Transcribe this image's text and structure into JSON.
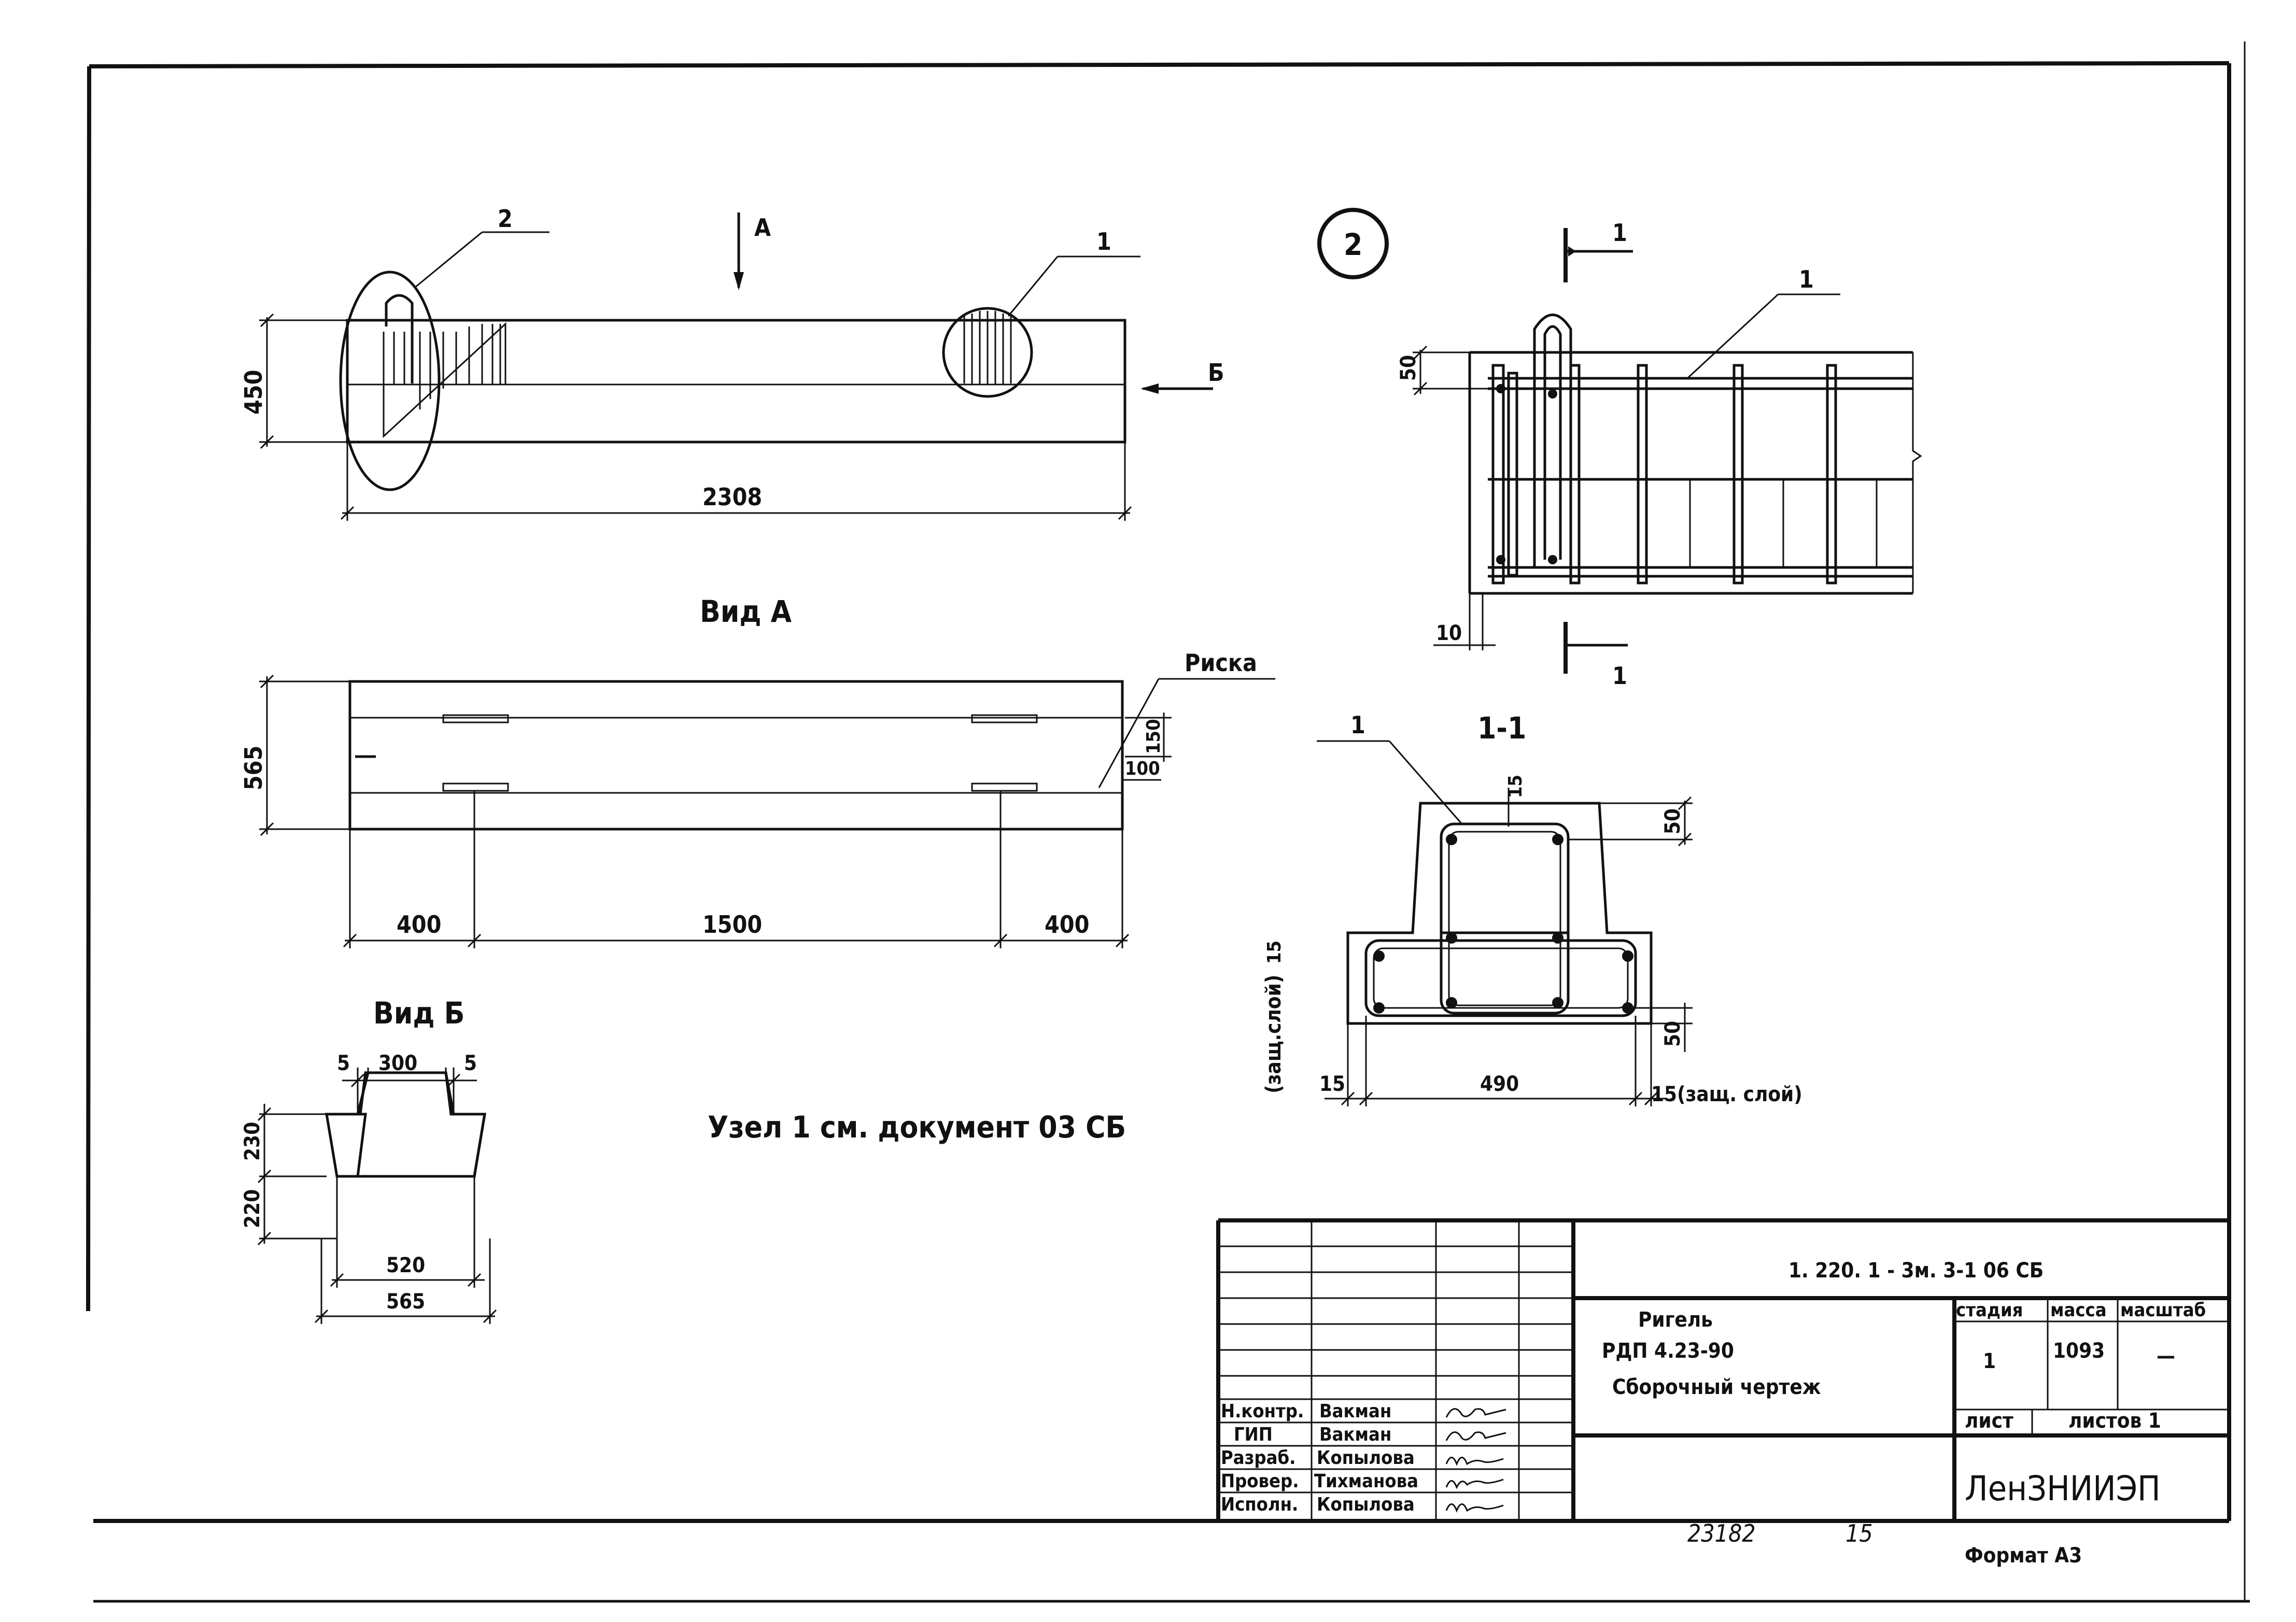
{
  "main_view": {
    "leader_2": "2",
    "leader_1": "1",
    "arrow_a": "A",
    "arrow_b": "Б",
    "dim_height": "450",
    "dim_length": "2308"
  },
  "view_a": {
    "title": "Вид А",
    "riska_label": "Риска",
    "dim_height": "565",
    "dim_150": "150",
    "dim_100": "100",
    "dim_left": "400",
    "dim_middle": "1500",
    "dim_right": "400"
  },
  "view_b": {
    "title": "Вид Б",
    "dim_top_left": "5",
    "dim_top": "300",
    "dim_top_right": "5",
    "dim_230": "230",
    "dim_220": "220",
    "dim_520": "520",
    "dim_565": "565"
  },
  "node_note": "Узел 1 см. документ 03 СБ",
  "detail_2": {
    "circle_label": "2",
    "section_mark_top": "1",
    "section_mark_bottom": "1",
    "leader_1": "1",
    "dim_50": "50",
    "dim_10": "10"
  },
  "section_1_1": {
    "title": "1-1",
    "leader_1": "1",
    "dim_15_top": "15",
    "dim_50_top": "50",
    "dim_50_bottom": "50",
    "dim_15_cover_vert": "15",
    "cover_label_vert": "(защ.слой)",
    "dim_15_left": "15",
    "dim_490": "490",
    "dim_15_right": "15",
    "cover_label_right": "(защ. слой)"
  },
  "title_block": {
    "doc_code": "1. 220. 1 - 3м. 3-1    06 СБ",
    "name_line1": "Ригель",
    "name_line2": "РДП 4.23-90",
    "name_line3": "Сборочный чертеж",
    "col_stage": "стадия",
    "col_mass": "масса",
    "col_scale": "масштаб",
    "stage_value": "1",
    "mass_value": "1093",
    "scale_value": "—",
    "sheet_label": "лист",
    "sheets_label": "листов 1",
    "org": "ЛенЗНИИЭП",
    "roles": [
      "Н.контр.",
      "ГИП",
      "Разраб.",
      "Провер.",
      "Исполн."
    ],
    "names": [
      "Вакман",
      "Вакман",
      "Копылова",
      "Тихманова",
      "Копылова"
    ]
  },
  "footer": {
    "number": "23182",
    "page": "15",
    "format": "Формат А3"
  }
}
